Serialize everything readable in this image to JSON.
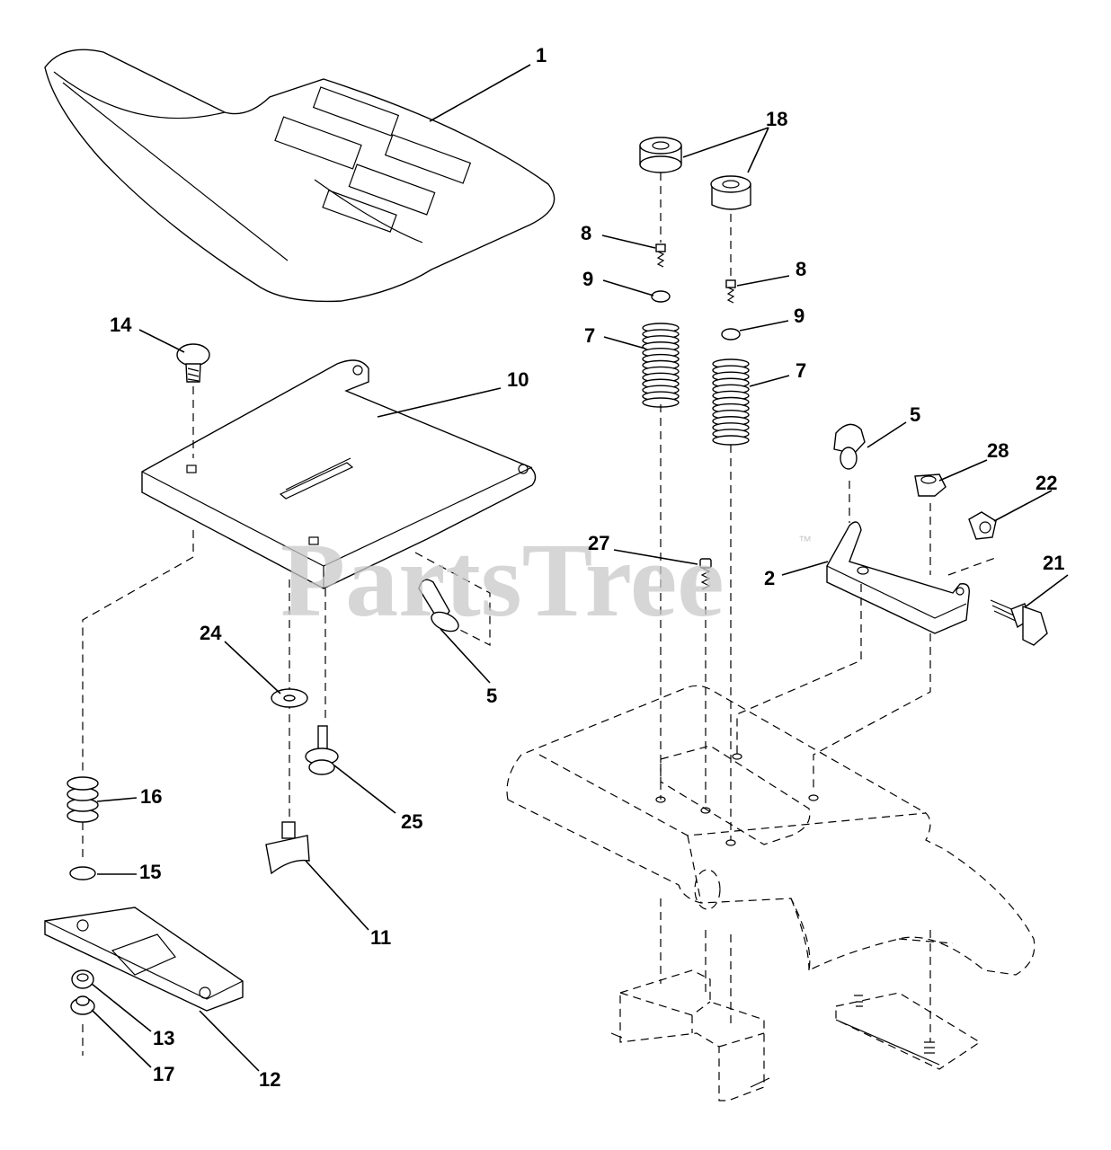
{
  "watermark": {
    "text": "PartsTree",
    "mark": "™"
  },
  "callouts": [
    {
      "id": "c1",
      "label": "1"
    },
    {
      "id": "c18",
      "label": "18"
    },
    {
      "id": "c8a",
      "label": "8"
    },
    {
      "id": "c8b",
      "label": "8"
    },
    {
      "id": "c9a",
      "label": "9"
    },
    {
      "id": "c9b",
      "label": "9"
    },
    {
      "id": "c7a",
      "label": "7"
    },
    {
      "id": "c7b",
      "label": "7"
    },
    {
      "id": "c14",
      "label": "14"
    },
    {
      "id": "c10",
      "label": "10"
    },
    {
      "id": "c5a",
      "label": "5"
    },
    {
      "id": "c5b",
      "label": "5"
    },
    {
      "id": "c28",
      "label": "28"
    },
    {
      "id": "c22",
      "label": "22"
    },
    {
      "id": "c27",
      "label": "27"
    },
    {
      "id": "c2",
      "label": "2"
    },
    {
      "id": "c21",
      "label": "21"
    },
    {
      "id": "c24",
      "label": "24"
    },
    {
      "id": "c16",
      "label": "16"
    },
    {
      "id": "c25",
      "label": "25"
    },
    {
      "id": "c15",
      "label": "15"
    },
    {
      "id": "c11",
      "label": "11"
    },
    {
      "id": "c13",
      "label": "13"
    },
    {
      "id": "c17",
      "label": "17"
    },
    {
      "id": "c12",
      "label": "12"
    }
  ]
}
